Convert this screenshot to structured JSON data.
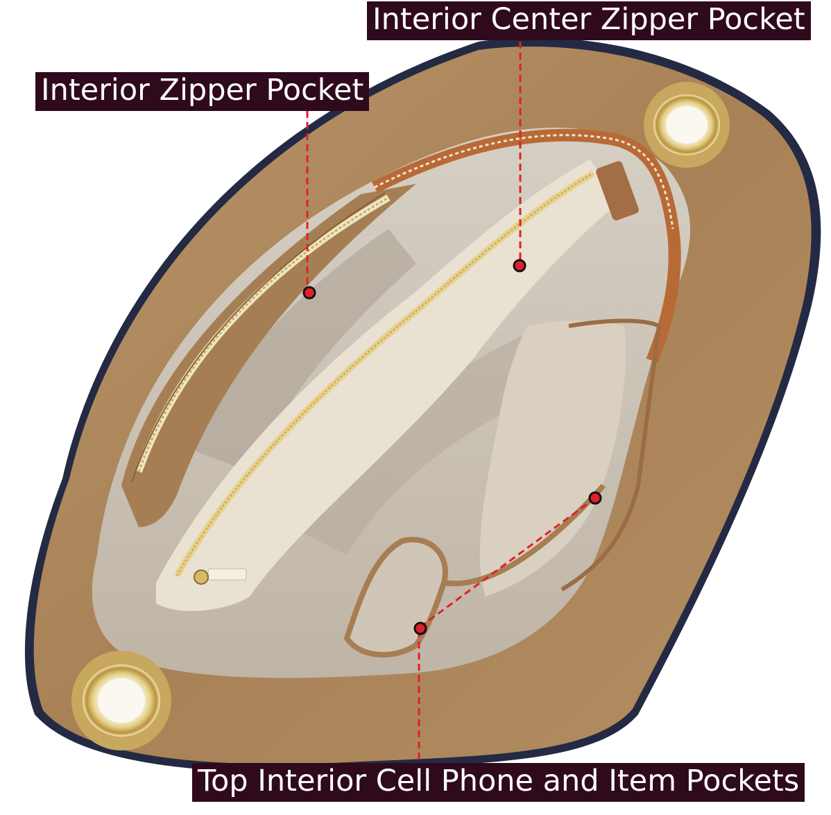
{
  "callouts": {
    "interior_center_zipper_pocket": "Interior Center Zipper Pocket",
    "interior_zipper_pocket": "Interior Zipper Pocket",
    "top_interior_pockets": "Top Interior Cell Phone and Item Pockets"
  },
  "colors": {
    "label_background": "#2f0a1c",
    "label_text": "#ffffff",
    "callout_line": "#e0202a",
    "leather": "#b08a5c",
    "lining": "#cbc2b5",
    "hardware_gold": "#d9c27a"
  }
}
